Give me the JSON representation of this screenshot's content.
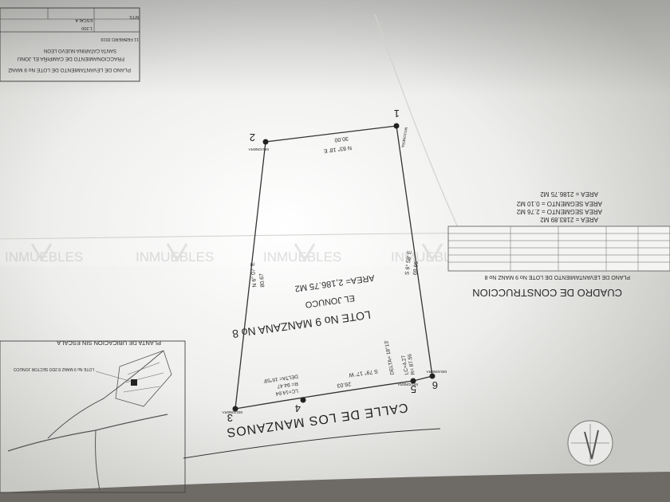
{
  "lot_title": "LOTE  No 9   MANZANA  No 8",
  "subdivision": "EL JONUCO",
  "area_label": "AREA= 2,186.75 M2",
  "street_name": "CALLE DE LOS MANZANOS",
  "location_heading": "PLANTA DE UBICACION SIN ESCALA",
  "location_lot_note": "LOTE No 9  MANZ 8 2DO SECTOR  JONUCO",
  "construction_table": {
    "title": "CUADRO DE CONSTRUCCION",
    "subtitle": "PLANO DE LEVANTAMIENTO DE  LOTE No 9    MANZ  No 8",
    "area_total": "AREA = 2183.89  M2",
    "area_segment_1": "AREA SEGMENTO = 2.76  M2",
    "area_segment_2": "AREA SEGMENTO = 0.10  M2",
    "area_final": "AREA = 2186.75  M2"
  },
  "title_block": {
    "line1": "PLANO DE LEVANTAMIENTO DE  LOTE No 9    MANZ",
    "line2": "FRACCIONAMIENTO DE    CAMPIÑA EL JONU",
    "line3": "SANTA CATARINA  NUEVO LEON",
    "date": "11 FEBRERO 2019",
    "scale": "1:200",
    "units": "MTS",
    "scale_label": "ESCALA"
  },
  "vertices": [
    "1",
    "2",
    "3",
    "4",
    "5",
    "6"
  ],
  "vertex_tag": "MOJONERA",
  "bearings": {
    "north_side": "N 83° 18' E",
    "north_side_dist": "30.00",
    "west_side": "N 6° 07' E",
    "west_side_dist": "80.67",
    "east_side": "S 6° 58' E",
    "east_side_dist": "69.95",
    "south_side": "S 79° 17' W",
    "south_side_dist": "26.03"
  },
  "curves": {
    "curve_a_lc": "LC=14.64",
    "curve_a_r": "R= 94.47",
    "curve_a_delta": "DELTA= 16°59'",
    "curve_b_lc": "LC=4.27",
    "curve_b_r": "R= 87.56",
    "curve_b_delta": "DELTA= 18°13'"
  },
  "watermark": "INMUEBLES"
}
